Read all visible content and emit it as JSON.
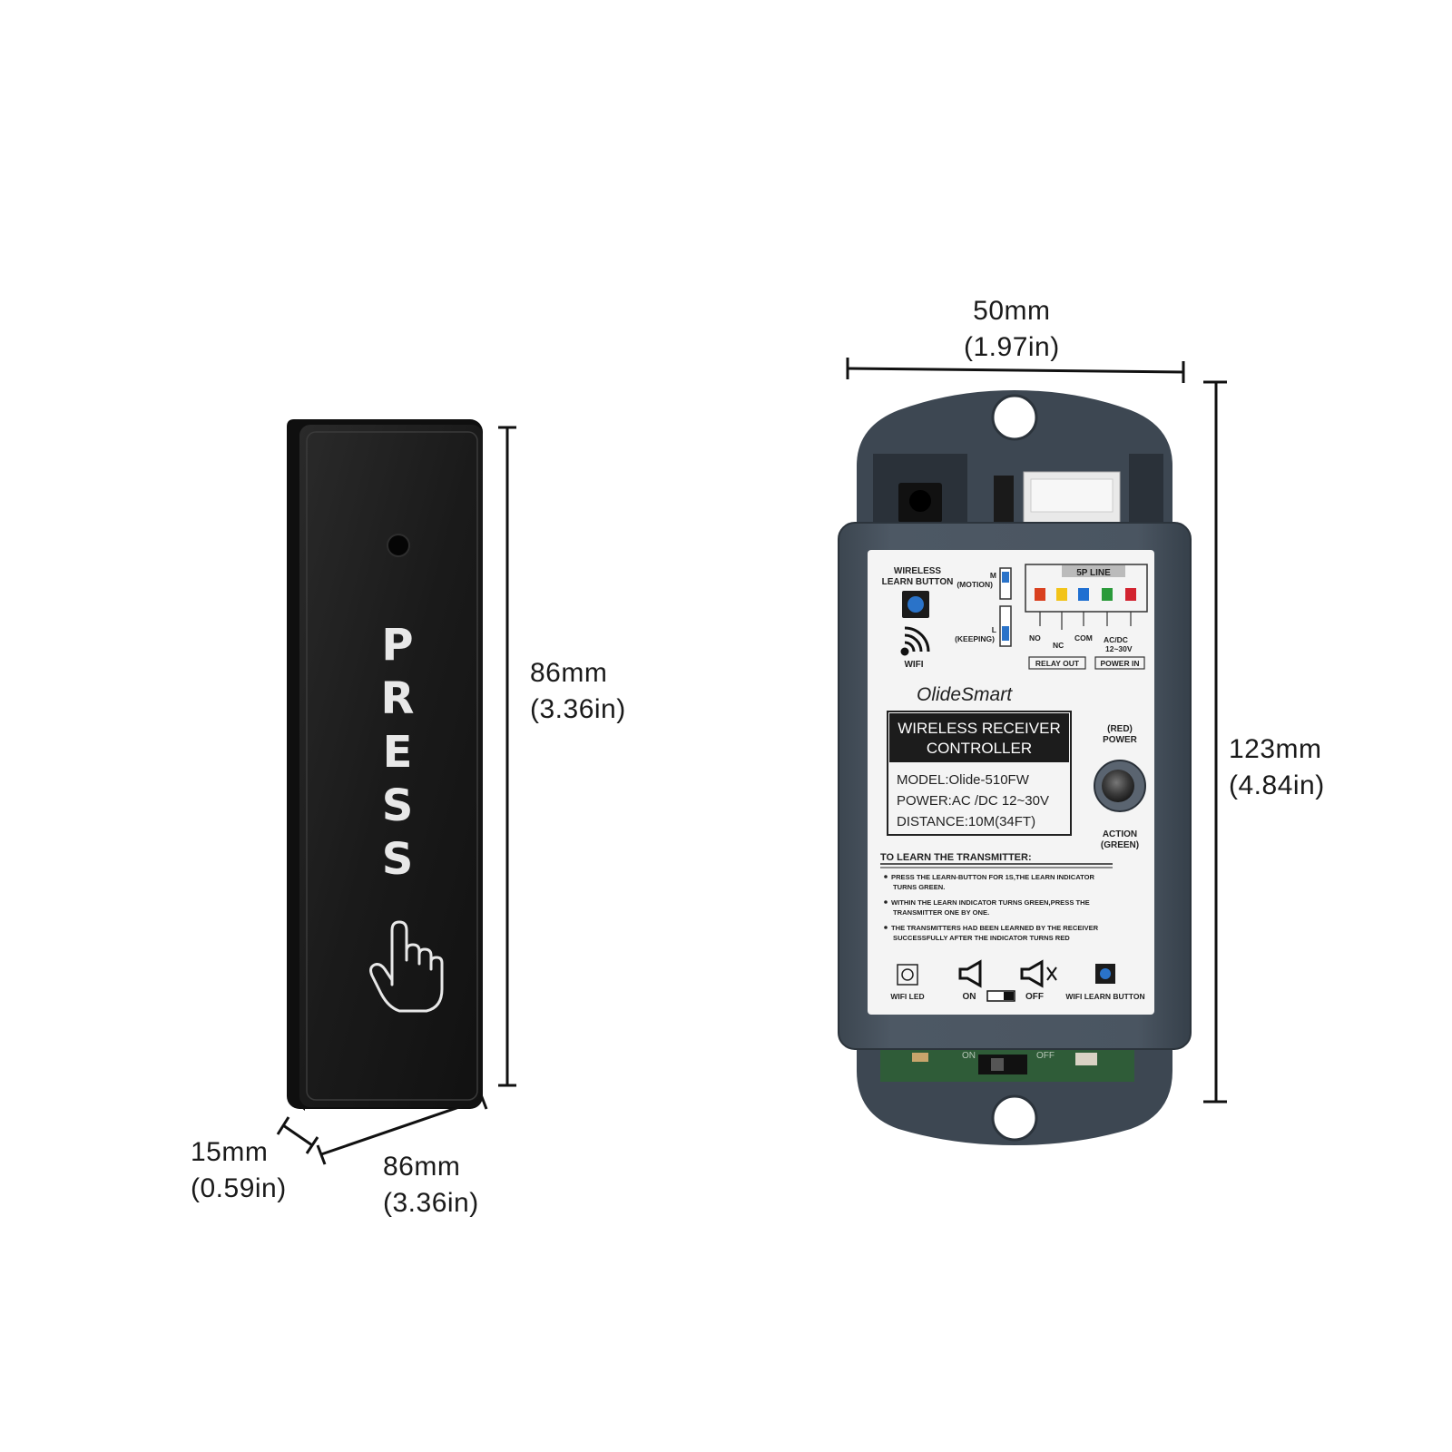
{
  "dimensions": {
    "button_height": {
      "mm": "86mm",
      "in": "(3.36in)"
    },
    "button_width": {
      "mm": "86mm",
      "in": "(3.36in)"
    },
    "button_depth": {
      "mm": "15mm",
      "in": "(0.59in)"
    },
    "receiver_width": {
      "mm": "50mm",
      "in": "(1.97in)"
    },
    "receiver_height": {
      "mm": "123mm",
      "in": "(4.84in)"
    }
  },
  "button": {
    "letters": [
      "P",
      "R",
      "E",
      "S",
      "S"
    ],
    "icon": "hand-pointer-icon"
  },
  "receiver": {
    "brand": "OlideSmart",
    "title_line1": "WIRELESS RECEIVER",
    "title_line2": "CONTROLLER",
    "model": "MODEL:Olide-510FW",
    "power": "POWER:AC /DC 12~30V",
    "distance": "DISTANCE:10M(34FT)",
    "wireless_learn_line1": "WIRELESS",
    "wireless_learn_line2": "LEARN BUTTON",
    "wifi": "WIFI",
    "mode_m": "M",
    "mode_motion": "(MOTION)",
    "mode_l": "L",
    "mode_keeping": "(KEEPING)",
    "line_header": "5P LINE",
    "terminal_colors": [
      "#d9401f",
      "#f2c318",
      "#1f6fd1",
      "#2b9a3a",
      "#d2232f"
    ],
    "terminal_no": "NO",
    "terminal_nc": "NC",
    "terminal_com": "COM",
    "terminal_acdc": "AC/DC",
    "terminal_volt": "12~30V",
    "relay_out": "RELAY OUT",
    "power_in": "POWER IN",
    "led_red_line1": "(RED)",
    "led_red_line2": "POWER",
    "led_green_line1": "ACTION",
    "led_green_line2": "(GREEN)",
    "learn_heading": "TO LEARN THE TRANSMITTER:",
    "instructions": [
      [
        "PRESS THE LEARN-BUTTON FOR 1S,THE LEARN INDICATOR",
        "TURNS GREEN."
      ],
      [
        "WITHIN THE LEARN INDICATOR TURNS GREEN,PRESS THE",
        "TRANSMITTER ONE BY ONE."
      ],
      [
        "THE TRANSMITTERS  HAD BEEN LEARNED BY THE RECEIVER",
        "SUCCESSFULLY AFTER THE INDICATOR TURNS RED"
      ]
    ],
    "wifi_led": "WIFI LED",
    "on": "ON",
    "off": "OFF",
    "wifi_learn_button": "WIFI LEARN BUTTON",
    "board_on": "ON",
    "board_off": "OFF"
  }
}
